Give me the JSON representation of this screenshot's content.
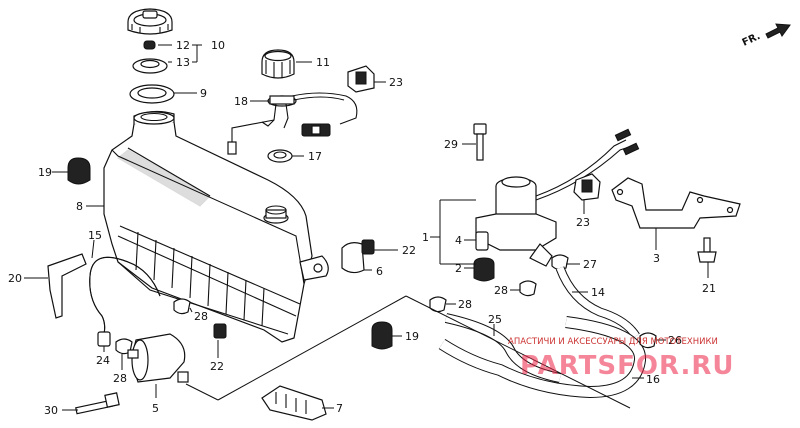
{
  "orientation": {
    "text": "FR."
  },
  "callouts": [
    {
      "id": "12",
      "label": "12"
    },
    {
      "id": "10",
      "label": "10"
    },
    {
      "id": "13",
      "label": "13"
    },
    {
      "id": "9",
      "label": "9"
    },
    {
      "id": "11",
      "label": "11"
    },
    {
      "id": "23a",
      "label": "23"
    },
    {
      "id": "18",
      "label": "18"
    },
    {
      "id": "17",
      "label": "17"
    },
    {
      "id": "29",
      "label": "29"
    },
    {
      "id": "19a",
      "label": "19"
    },
    {
      "id": "8",
      "label": "8"
    },
    {
      "id": "15",
      "label": "15"
    },
    {
      "id": "1",
      "label": "1"
    },
    {
      "id": "4",
      "label": "4"
    },
    {
      "id": "2",
      "label": "2"
    },
    {
      "id": "23b",
      "label": "23"
    },
    {
      "id": "3",
      "label": "3"
    },
    {
      "id": "22a",
      "label": "22"
    },
    {
      "id": "6",
      "label": "6"
    },
    {
      "id": "20",
      "label": "20"
    },
    {
      "id": "27",
      "label": "27"
    },
    {
      "id": "28a",
      "label": "28"
    },
    {
      "id": "14",
      "label": "14"
    },
    {
      "id": "21",
      "label": "21"
    },
    {
      "id": "28b",
      "label": "28"
    },
    {
      "id": "28c",
      "label": "28"
    },
    {
      "id": "25",
      "label": "25"
    },
    {
      "id": "19b",
      "label": "19"
    },
    {
      "id": "24",
      "label": "24"
    },
    {
      "id": "28d",
      "label": "28"
    },
    {
      "id": "22b",
      "label": "22"
    },
    {
      "id": "26",
      "label": "26"
    },
    {
      "id": "16",
      "label": "16"
    },
    {
      "id": "30",
      "label": "30"
    },
    {
      "id": "5",
      "label": "5"
    },
    {
      "id": "7",
      "label": "7"
    }
  ],
  "watermark": {
    "small_text": "АПАСТИЧИ И АКСЕССУАРЫ ДЛЯ МОТОТЕХНИКИ",
    "logo_text": "PARTSFOR.RU"
  }
}
